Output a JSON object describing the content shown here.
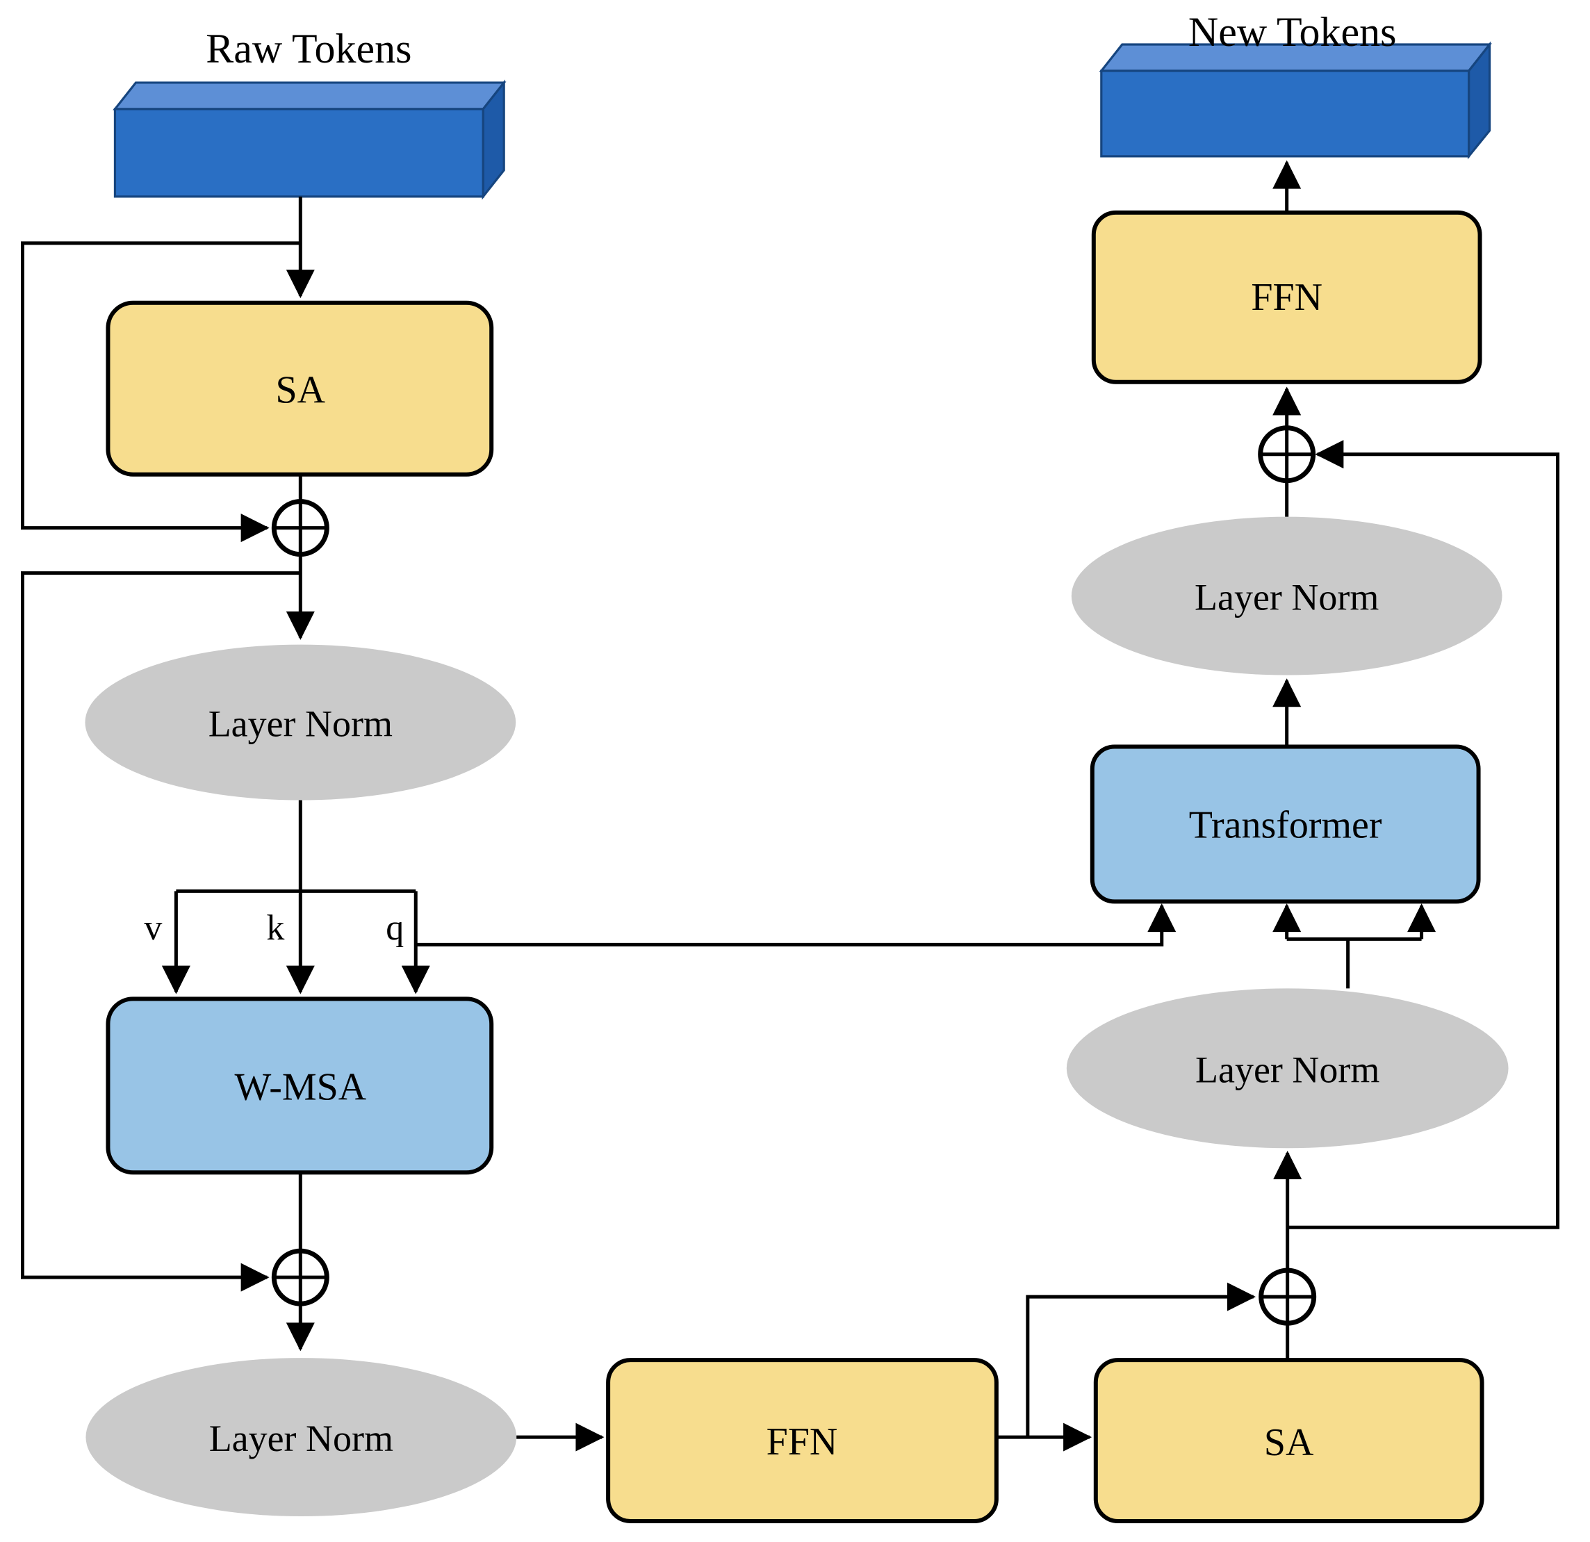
{
  "figure": {
    "left_column": {
      "input_label": "Raw Tokens",
      "sa": "SA",
      "layer_norm_after_sa": "Layer Norm",
      "v": "v",
      "k": "k",
      "q": "q",
      "wmsa": "W-MSA",
      "layer_norm_after_wmsa": "Layer Norm",
      "ffn": "FFN"
    },
    "right_column": {
      "output_label": "New Tokens",
      "ffn_top": "FFN",
      "layer_norm_upper": "Layer Norm",
      "transformer": "Transformer",
      "layer_norm_lower": "Layer Norm",
      "sa_bottom": "SA"
    },
    "colors": {
      "token_front": "#2A6FC4",
      "token_top": "#5D8FD6",
      "token_side": "#1E5AA8",
      "attention_yellow": "#F7DD8E",
      "module_blue": "#98C4E6",
      "layernorm_gray": "#CACACA"
    }
  }
}
